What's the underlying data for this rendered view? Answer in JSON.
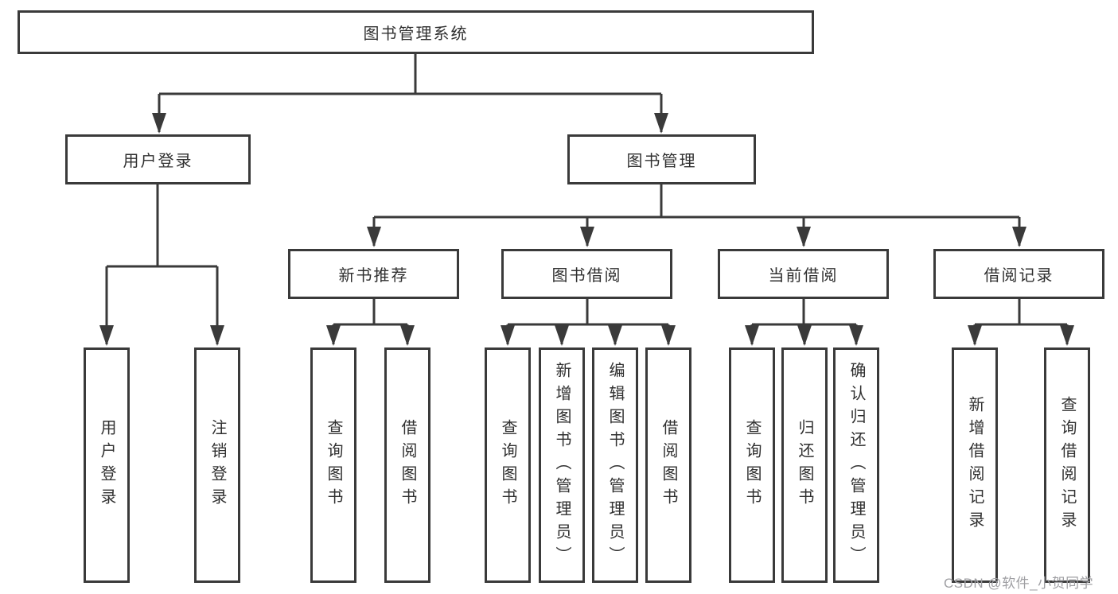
{
  "tree": {
    "root": "图书管理系统",
    "branches": [
      {
        "label": "用户登录",
        "leaves": [
          "用户登录",
          "注销登录"
        ]
      },
      {
        "label": "图书管理",
        "groups": [
          {
            "label": "新书推荐",
            "leaves": [
              "查询图书",
              "借阅图书"
            ]
          },
          {
            "label": "图书借阅",
            "leaves": [
              "查询图书",
              "新增图书（管理员）",
              "编辑图书（管理员）",
              "借阅图书"
            ]
          },
          {
            "label": "当前借阅",
            "leaves": [
              "查询图书",
              "归还图书",
              "确认归还（管理员）"
            ]
          },
          {
            "label": "借阅记录",
            "leaves": [
              "新增借阅记录",
              "查询借阅记录"
            ]
          }
        ]
      }
    ]
  },
  "watermark": {
    "text": "CSDN @软件_小贺同学"
  },
  "colors": {
    "line": "#3a3a3a",
    "text": "#303030",
    "watermark": "#9f9fa3",
    "background": "#ffffff"
  }
}
